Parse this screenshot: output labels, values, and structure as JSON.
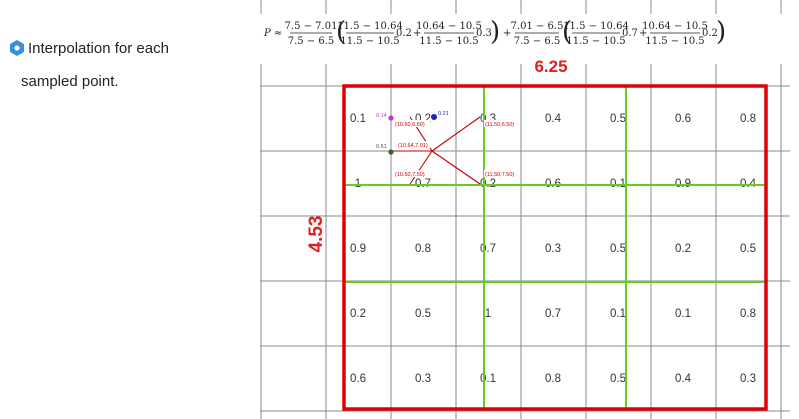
{
  "caption": {
    "bullet_icon": "hexagon-dot-icon",
    "line1": "Interpolation for each",
    "line2": "sampled point."
  },
  "colors": {
    "bullet": "#3b8fe0",
    "outline": "#e00000",
    "green_grid": "#66cc22",
    "grey_grid": "#888888",
    "dimension_text": "#e02020",
    "connector": "#c40000"
  },
  "formula": {
    "prefix": "P ≈",
    "t1_num": "7.5 − 7.01",
    "t1_den": "7.5 − 6.5",
    "a_num": "11.5 − 10.64",
    "a_den": "11.5 − 10.5",
    "a_val": "0.2",
    "plus": "+",
    "b_num": "10.64 − 10.5",
    "b_den": "11.5 − 10.5",
    "b_val": "0.3",
    "t2_num": "7.01 − 6.5",
    "t2_den": "7.5 − 6.5",
    "c_num": "11.5 − 10.64",
    "c_den": "11.5 − 10.5",
    "c_val": "0.7",
    "d_num": "10.64 − 10.5",
    "d_den": "11.5 − 10.5",
    "d_val": "0.2"
  },
  "dimensions": {
    "width": "6.25",
    "height": "4.53"
  },
  "grid": {
    "rows": [
      [
        "",
        "0.1",
        "0.2",
        "0.3",
        "0.4",
        "0.5",
        "0.6",
        "0.8"
      ],
      [
        "",
        "1",
        "0.7",
        "0.2",
        "0.6",
        "0.1",
        "0.9",
        "0.4"
      ],
      [
        "",
        "0.9",
        "0.8",
        "0.7",
        "0.3",
        "0.5",
        "0.2",
        "0.5"
      ],
      [
        "",
        "0.2",
        "0.5",
        "1",
        "0.7",
        "0.1",
        "0.1",
        "0.8"
      ],
      [
        "",
        "0.6",
        "0.3",
        "0.1",
        "0.8",
        "0.5",
        "0.4",
        "0.3"
      ]
    ]
  },
  "points": [
    {
      "value": "0.14",
      "color": "#cc33cc"
    },
    {
      "value": "0.21",
      "color": "#2222bb"
    },
    {
      "value": "0.51",
      "color": "#336622"
    }
  ],
  "coord_labels": [
    "(10.50,6.50)",
    "(11.50,6.50)",
    "(10.64,7.01)",
    "(10.50,7.50)",
    "(11.50,7.50)"
  ]
}
